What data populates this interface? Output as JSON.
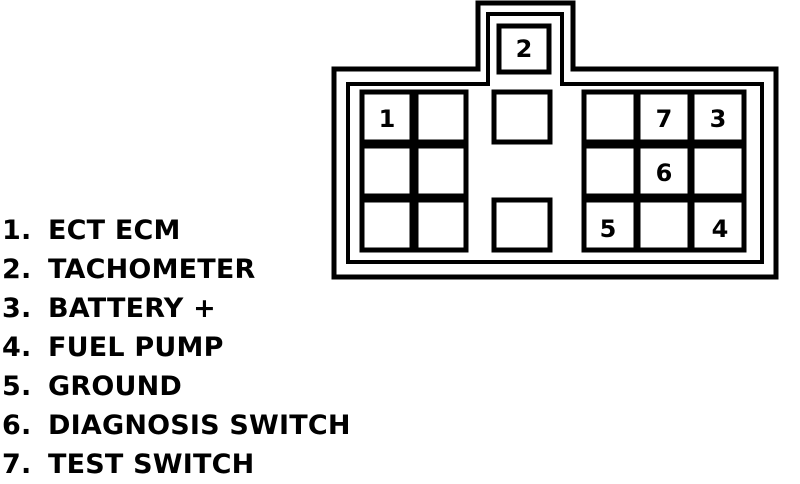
{
  "connector": {
    "pins": [
      {
        "id": "1",
        "label": "1"
      },
      {
        "id": "2",
        "label": "2"
      },
      {
        "id": "3",
        "label": "3"
      },
      {
        "id": "4",
        "label": "4"
      },
      {
        "id": "5",
        "label": "5"
      },
      {
        "id": "6",
        "label": "6"
      },
      {
        "id": "7",
        "label": "7"
      }
    ]
  },
  "legend": {
    "items": [
      {
        "number": "1.",
        "text": "ECT ECM"
      },
      {
        "number": "2.",
        "text": "TACHOMETER"
      },
      {
        "number": "3.",
        "text": "BATTERY +"
      },
      {
        "number": "4.",
        "text": "FUEL PUMP"
      },
      {
        "number": "5.",
        "text": "GROUND"
      },
      {
        "number": "6.",
        "text": "DIAGNOSIS SWITCH"
      },
      {
        "number": "7.",
        "text": "TEST SWITCH"
      }
    ]
  }
}
